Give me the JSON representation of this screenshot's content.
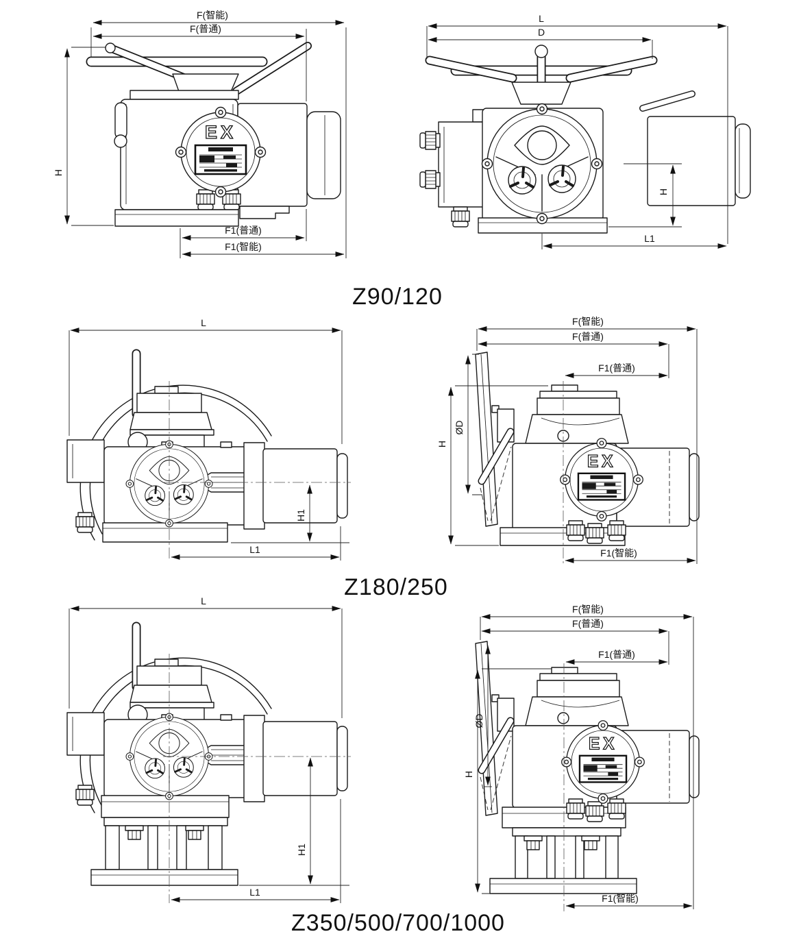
{
  "page": {
    "background": "#ffffff",
    "line_color": "#1a1a1a"
  },
  "labels": {
    "f_smart": "F(智能)",
    "f_normal": "F(普通)",
    "f1_smart": "F1(智能)",
    "f1_normal": "F1(普通)",
    "l": "L",
    "l1": "L1",
    "d": "D",
    "phi_d": "ØD",
    "h": "H",
    "h1": "H1"
  },
  "ex_mark": "EX",
  "captions": {
    "z90": "Z90/120",
    "z180": "Z180/250",
    "z350": "Z350/500/700/1000"
  }
}
